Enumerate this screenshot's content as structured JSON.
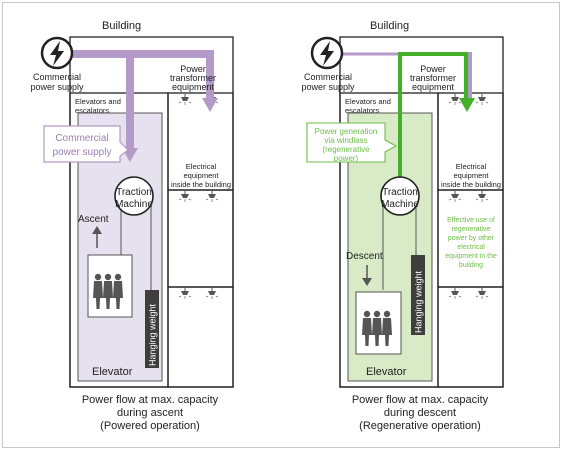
{
  "left": {
    "building": "Building",
    "commercial_1": "Commercial",
    "commercial_2": "power supply",
    "transformer_1": "Power",
    "transformer_2": "transformer",
    "transformer_3": "equipment",
    "elevators_1": "Elevators and",
    "elevators_2": "escalators",
    "callout_1": "Commercial",
    "callout_2": "power supply",
    "electrical_1": "Electrical",
    "electrical_2": "equipment",
    "electrical_3": "inside the building",
    "traction_1": "Traction",
    "traction_2": "Machine",
    "direction": "Ascent",
    "weight": "Hanging weight",
    "car": "Elevator",
    "caption_1": "Power flow at max. capacity",
    "caption_2": "during ascent",
    "caption_3": "(Powered operation)"
  },
  "right": {
    "building": "Building",
    "commercial_1": "Commercial",
    "commercial_2": "power supply",
    "transformer_1": "Power",
    "transformer_2": "transformer",
    "transformer_3": "equipment",
    "elevators_1": "Elevators and",
    "elevators_2": "escalators",
    "callout_1": "Power generation",
    "callout_2": "via windlass",
    "callout_3": "(regenerative",
    "callout_4": "power)",
    "electrical_1": "Electrical",
    "electrical_2": "equipment",
    "electrical_3": "inside the building",
    "effective_1": "Effective use of",
    "effective_2": "regenerative",
    "effective_3": "power by other",
    "effective_4": "electrical",
    "effective_5": "equipment in the",
    "effective_6": "building",
    "traction_1": "Traction",
    "traction_2": "Machine",
    "direction": "Descent",
    "weight": "Hanging weight",
    "car": "Elevator",
    "caption_1": "Power flow at max. capacity",
    "caption_2": "during descent",
    "caption_3": "(Regenerative operation)"
  },
  "colors": {
    "purple": "#b49ac8",
    "purple_text": "#9b7fb3",
    "lavender_fill": "#e6e1ee",
    "green": "#43b02a",
    "green_text": "#6cbf45",
    "green_fill": "#d9ebc6",
    "weight_fill": "#3e3e3e"
  }
}
